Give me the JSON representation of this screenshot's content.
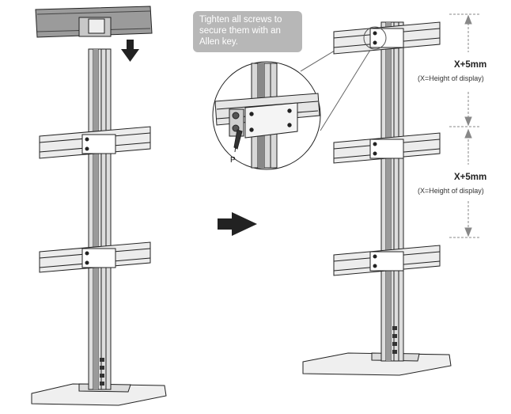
{
  "callout": {
    "lines": [
      "Tighten all screws to",
      "secure them with an",
      "Allen key."
    ]
  },
  "dimensions": [
    {
      "value": "X+5mm",
      "note": "(X=Height of display)"
    },
    {
      "value": "X+5mm",
      "note": "(X=Height of display)"
    }
  ],
  "detail": {
    "part_label": "P"
  },
  "icons": {
    "insert_arrow": "arrow-down-icon",
    "step_arrow": "arrow-right-icon"
  },
  "colors": {
    "line": "#222222",
    "bracket_fill": "#e8e8e8",
    "post_fill": "#d0d0d0",
    "callout_bg": "#b7b7b7"
  }
}
